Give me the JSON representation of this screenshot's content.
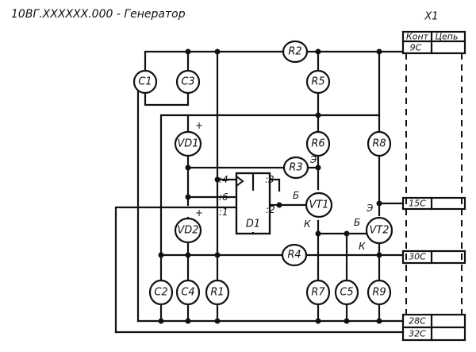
{
  "title": "10ВГ.XXXXXX.000 - Генератор",
  "connector": {
    "name": "X1",
    "header_kont": "Конт",
    "header_cep": "Цепь",
    "contacts": [
      "9С",
      "15С",
      "30С",
      "28С",
      "32С"
    ]
  },
  "components": {
    "C1": "C1",
    "C3": "C3",
    "R2": "R2",
    "R5": "R5",
    "VD1": "VD1",
    "R6": "R6",
    "R8": "R8",
    "R3": "R3",
    "VT1": "VT1",
    "VT2": "VT2",
    "VD2": "VD2",
    "R4": "R4",
    "C2": "C2",
    "C4": "C4",
    "R1": "R1",
    "R7": "R7",
    "C5": "C5",
    "R9": "R9",
    "D1": "D1"
  },
  "pins": {
    "p4": ":4",
    "p3": ":3",
    "p6": ":6",
    "p1": ":1",
    "p2": ":2",
    "vt1_e": "Э",
    "vt1_b": "Б",
    "vt1_k": "К",
    "vt2_e": "Э",
    "vt2_b": "Б",
    "vt2_k": "К",
    "plus1": "+",
    "plus2": "+"
  }
}
